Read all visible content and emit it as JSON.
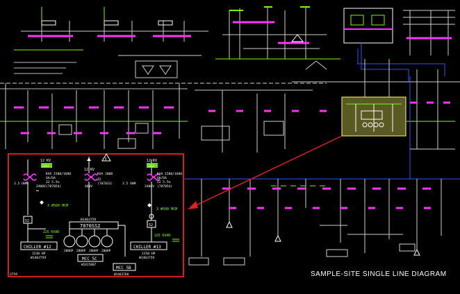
{
  "diagram": {
    "title": "SAMPLE-SITE SINGLE LINE DIAGRAM",
    "corner_number": "3759",
    "colors": {
      "background": "#000000",
      "bus": "#7CFC00",
      "line": "#ffffff",
      "breaker": "#ff33ff",
      "highlight": "#ffff66",
      "frame": "#d21f1f",
      "arrow": "#e02020",
      "feeder_bus": "#3355ff"
    },
    "inset": {
      "left_feeder": {
        "voltage": "12 KV",
        "tag": "12K2",
        "ohm": "3.5 OHM",
        "rating": "KVA 1500/1680",
        "class": "OA/DA",
        "z": "Z2 5.5%",
        "id": "(707054)",
        "secondary": "2400V"
      },
      "center_feeder": {
        "voltage": "12 KV",
        "rating": "KVA 2000",
        "z": "Z2",
        "id": "(707033)",
        "secondary": "480V"
      },
      "right_feeder": {
        "voltage": "12 KV",
        "tag": "12LE",
        "ohm": "3.5 OHM",
        "rating": "KVA 1500/1680",
        "class": "OA/DA",
        "z": "Z2 5.5%",
        "id": "(707054)",
        "secondary": "2400V"
      },
      "cable_left": "3 #500 MCM",
      "cable_right": "3 #500 MCM",
      "switchgear_id": "W1403759",
      "switchgear": "7070SS2",
      "triangle_mark": "3",
      "motors": [
        "200HP",
        "200HP",
        "200HP",
        "200HP"
      ],
      "chiller_left": {
        "label": "CHILLER #12",
        "hp": "1530 HP",
        "id": "W1403759"
      },
      "chiller_right": {
        "label": "CHILLER #13",
        "hp": "1250 HP",
        "id": "W1403759"
      },
      "kvar_left": "225 KVAR",
      "kvar_right": "225 KVAR",
      "mcc_5c": {
        "label": "MCC 5C",
        "id": "W1415007"
      },
      "mcc_5b": {
        "label": "MCC 5B",
        "id": "W1403760"
      },
      "box_52_left": "52",
      "box_52_right": "52"
    }
  }
}
